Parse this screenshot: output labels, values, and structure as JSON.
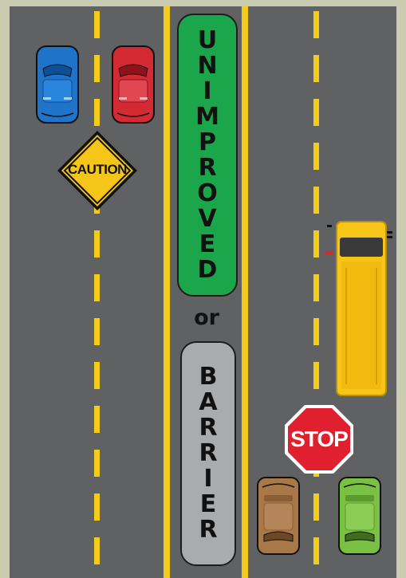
{
  "median": {
    "unimproved_letters": [
      "U",
      "N",
      "I",
      "M",
      "P",
      "R",
      "O",
      "V",
      "E",
      "D"
    ],
    "or_text": "or",
    "barrier_letters": [
      "B",
      "A",
      "R",
      "R",
      "I",
      "E",
      "R"
    ]
  },
  "signs": {
    "caution": "CAUTION",
    "stop": "STOP"
  },
  "vehicles": [
    {
      "name": "blue-car",
      "color": "#1f73c8"
    },
    {
      "name": "red-car",
      "color": "#d42a33"
    },
    {
      "name": "school-bus",
      "color": "#f5c518"
    },
    {
      "name": "brown-car",
      "color": "#a87848"
    },
    {
      "name": "green-car",
      "color": "#7ac143"
    }
  ],
  "colors": {
    "road": "#5f6163",
    "lane_lines": "#f2cb1c",
    "unimproved_median": "#1ca64c",
    "barrier_median": "#a9abad",
    "background": "#c9ccb1"
  }
}
